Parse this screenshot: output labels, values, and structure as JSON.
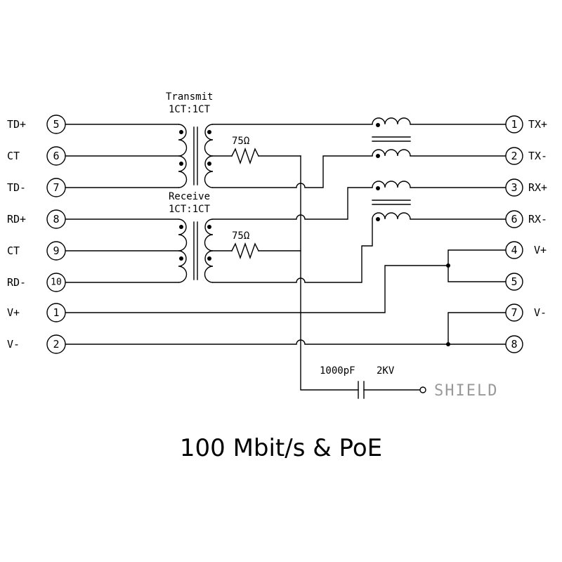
{
  "title": "100 Mbit/s & PoE",
  "transmit": {
    "label": "Transmit",
    "ratio": "1CT:1CT"
  },
  "receive": {
    "label": "Receive",
    "ratio": "1CT:1CT"
  },
  "resistor_value": "75Ω",
  "capacitor": {
    "value": "1000pF",
    "voltage": "2KV"
  },
  "shield_label": "SHIELD",
  "left_pins": [
    {
      "signal": "TD+",
      "pin": "5"
    },
    {
      "signal": "CT",
      "pin": "6"
    },
    {
      "signal": "TD-",
      "pin": "7"
    },
    {
      "signal": "RD+",
      "pin": "8"
    },
    {
      "signal": "CT",
      "pin": "9"
    },
    {
      "signal": "RD-",
      "pin": "10"
    },
    {
      "signal": "V+",
      "pin": "1"
    },
    {
      "signal": "V-",
      "pin": "2"
    }
  ],
  "right_pins": [
    {
      "signal": "TX+",
      "pin": "1"
    },
    {
      "signal": "TX-",
      "pin": "2"
    },
    {
      "signal": "RX+",
      "pin": "3"
    },
    {
      "signal": "RX-",
      "pin": "6"
    },
    {
      "signal": "V+",
      "pin": "4"
    },
    {
      "signal": "",
      "pin": "5"
    },
    {
      "signal": "V-",
      "pin": "7"
    },
    {
      "signal": "",
      "pin": "8"
    }
  ]
}
